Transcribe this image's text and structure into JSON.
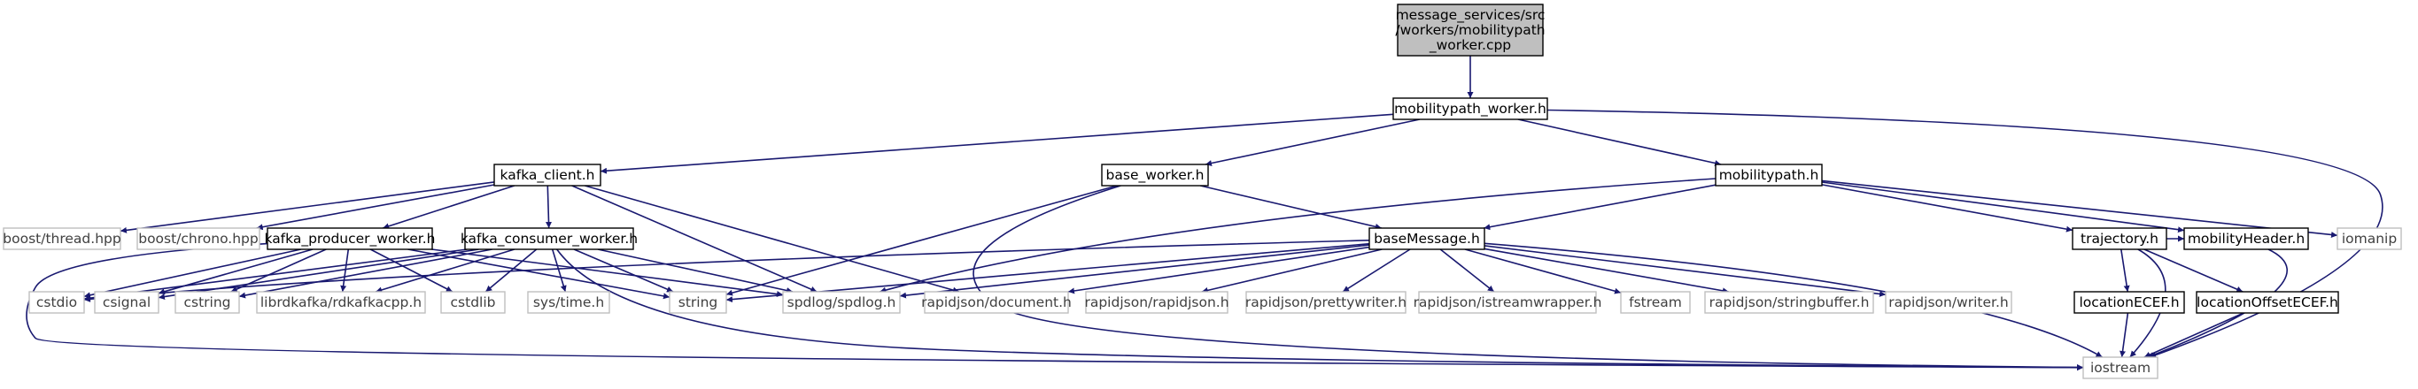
{
  "colors": {
    "edge": "#191970",
    "main_fill": "#bfbfbf",
    "documented_border": "#000000",
    "external_border": "#bfbfbf",
    "external_text": "#404040"
  },
  "nodes": {
    "root": "message_services/src\n/workers/mobilitypath\n_worker.cpp",
    "mobilitypath_worker_h": "mobilitypath_worker.h",
    "kafka_client_h": "kafka_client.h",
    "base_worker_h": "base_worker.h",
    "mobilitypath_h": "mobilitypath.h",
    "boost_thread_hpp": "boost/thread.hpp",
    "boost_chrono_hpp": "boost/chrono.hpp",
    "kafka_producer_worker_h": "kafka_producer_worker.h",
    "kafka_consumer_worker_h": "kafka_consumer_worker.h",
    "baseMessage_h": "baseMessage.h",
    "trajectory_h": "trajectory.h",
    "mobilityHeader_h": "mobilityHeader.h",
    "iomanip": "iomanip",
    "cstdio": "cstdio",
    "csignal": "csignal",
    "cstring": "cstring",
    "librdkafka": "librdkafka/rdkafkacpp.h",
    "cstdlib": "cstdlib",
    "sys_time_h": "sys/time.h",
    "string": "string",
    "spdlog": "spdlog/spdlog.h",
    "rj_document": "rapidjson/document.h",
    "rj_rapidjson": "rapidjson/rapidjson.h",
    "rj_prettywriter": "rapidjson/prettywriter.h",
    "rj_istreamwrapper": "rapidjson/istreamwrapper.h",
    "fstream": "fstream",
    "rj_stringbuffer": "rapidjson/stringbuffer.h",
    "rj_writer": "rapidjson/writer.h",
    "locationECEF_h": "locationECEF.h",
    "locationOffsetECEF_h": "locationOffsetECEF.h",
    "iostream": "iostream"
  }
}
